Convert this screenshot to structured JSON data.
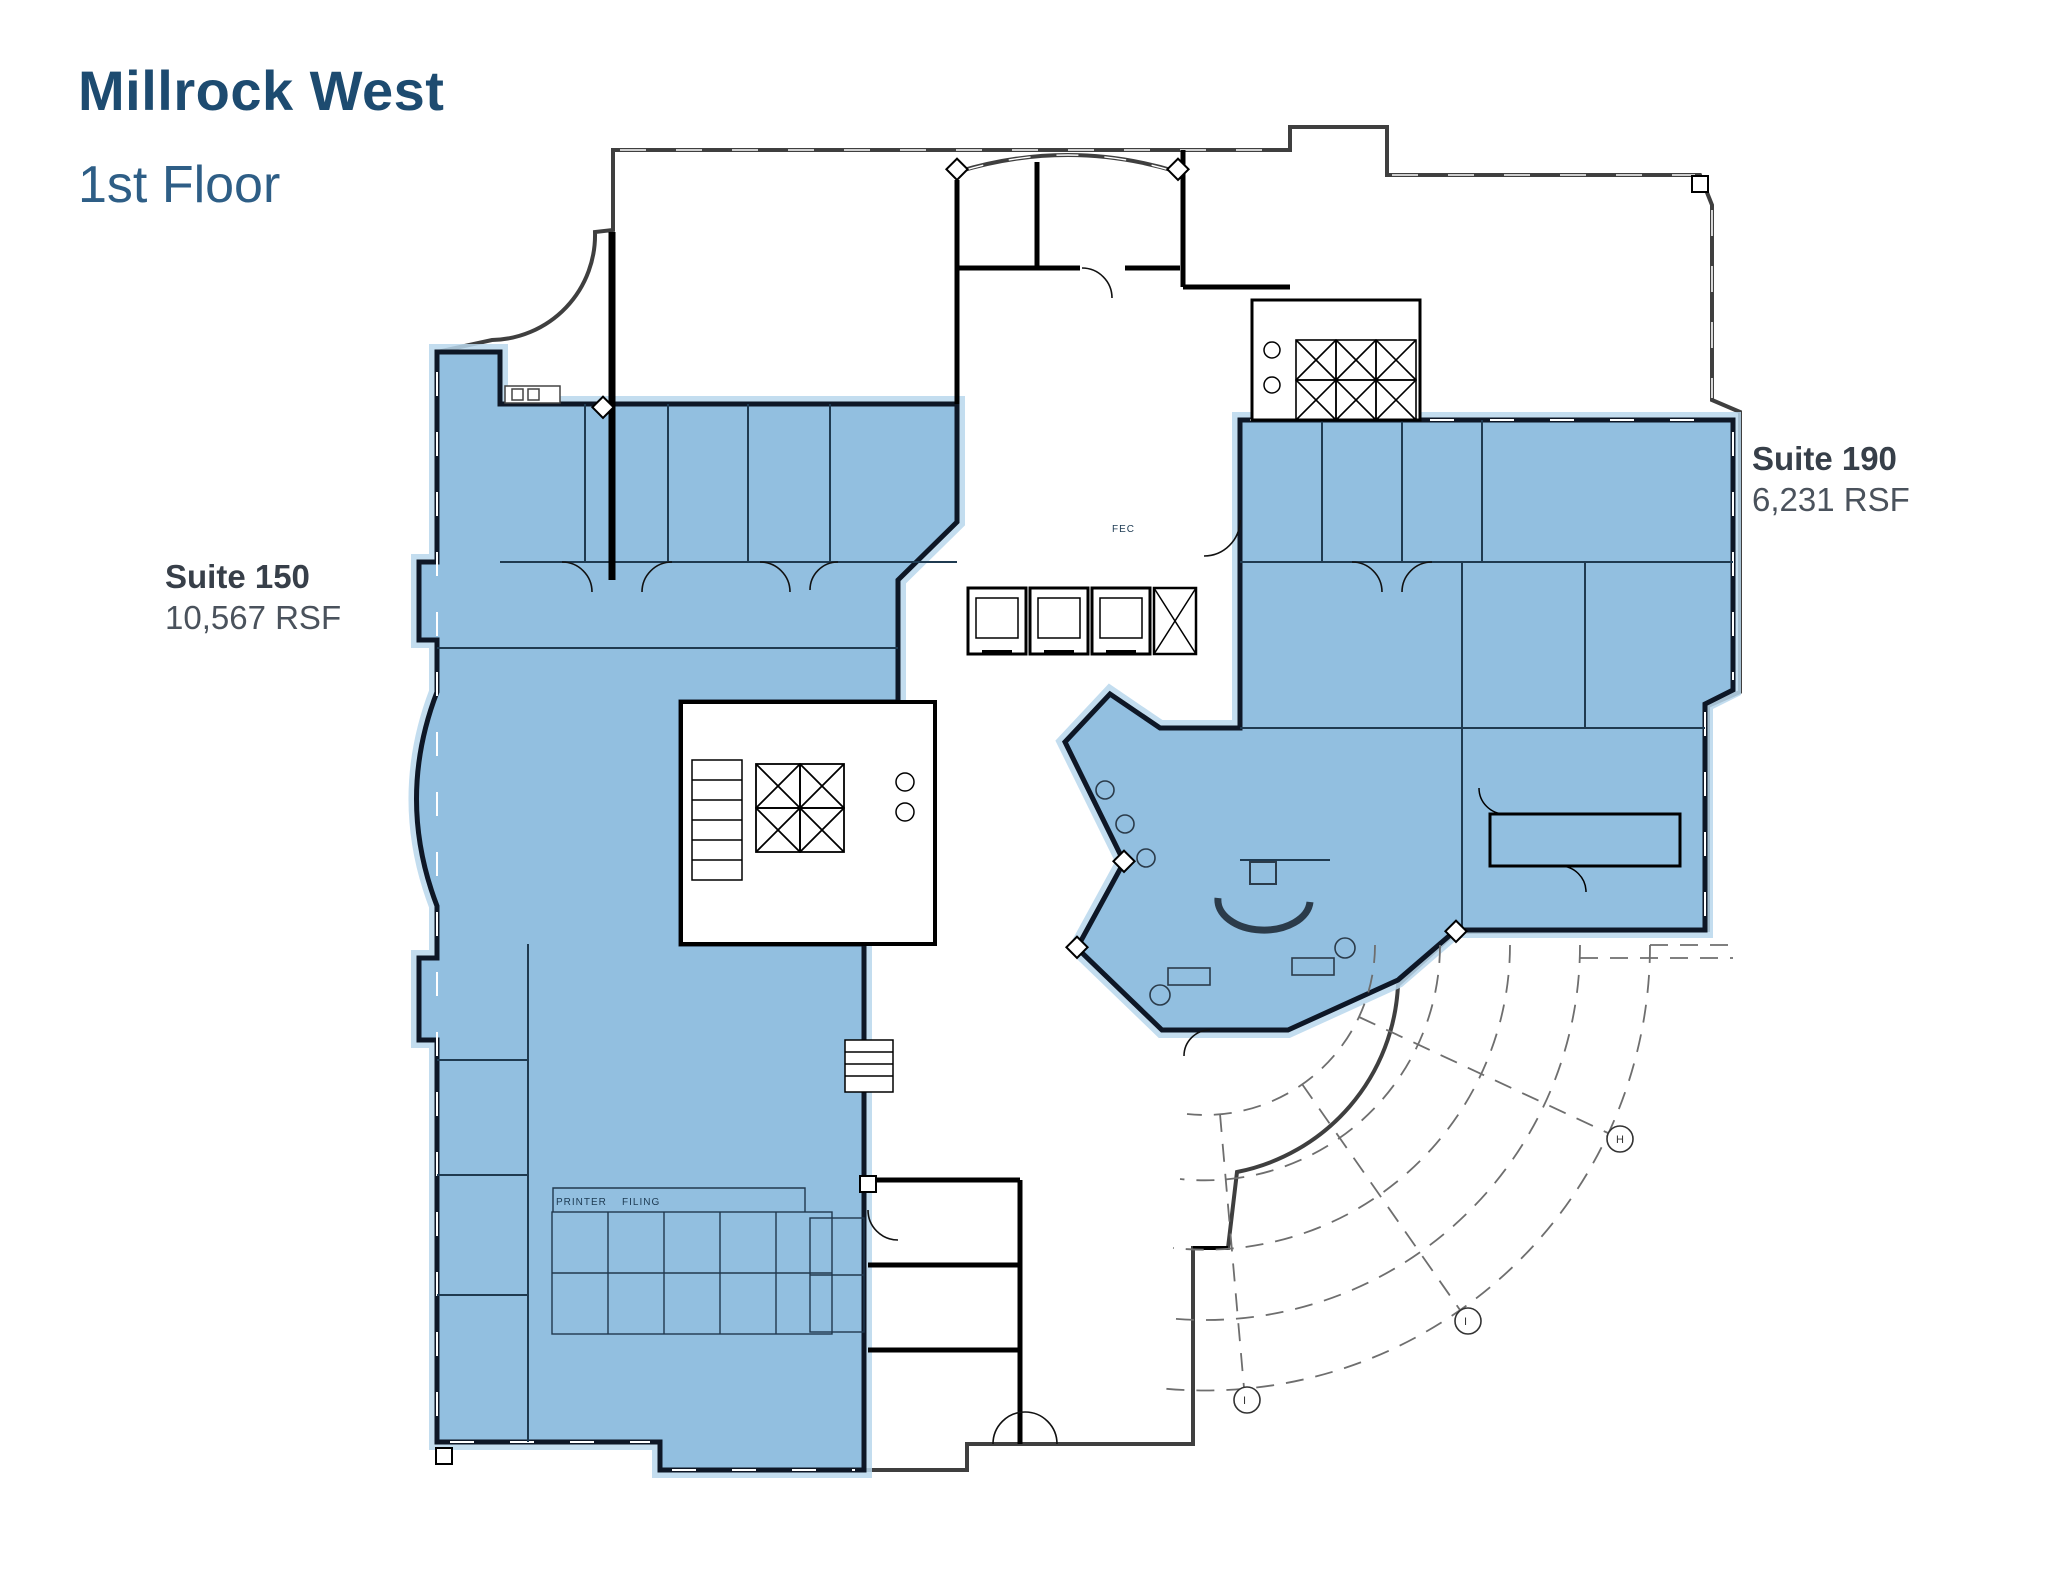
{
  "header": {
    "title": "Millrock West",
    "subtitle": "1st Floor"
  },
  "suites": [
    {
      "id": "suite-150",
      "name": "Suite 150",
      "area": "10,567 RSF",
      "highlight_color": "#92bfe0"
    },
    {
      "id": "suite-190",
      "name": "Suite 190",
      "area": "6,231 RSF",
      "highlight_color": "#92bfe0"
    }
  ],
  "plan_labels": {
    "printer": "PRINTER",
    "filing": "FILING",
    "fec": "FEC"
  },
  "grid_markers": [
    {
      "label": "H"
    },
    {
      "label": "I"
    },
    {
      "label": "I"
    }
  ],
  "colors": {
    "suite_highlight": "#92bfe0",
    "suite_halo": "#b9d7ec",
    "interior_wall": "#000000",
    "exterior_wall": "#3f3f3f",
    "partition": "#1f3a50",
    "dashed_canopy": "#6e6e6e",
    "title": "#1d4b70",
    "subtitle": "#2e5e86",
    "suite_label": "#373f49"
  }
}
